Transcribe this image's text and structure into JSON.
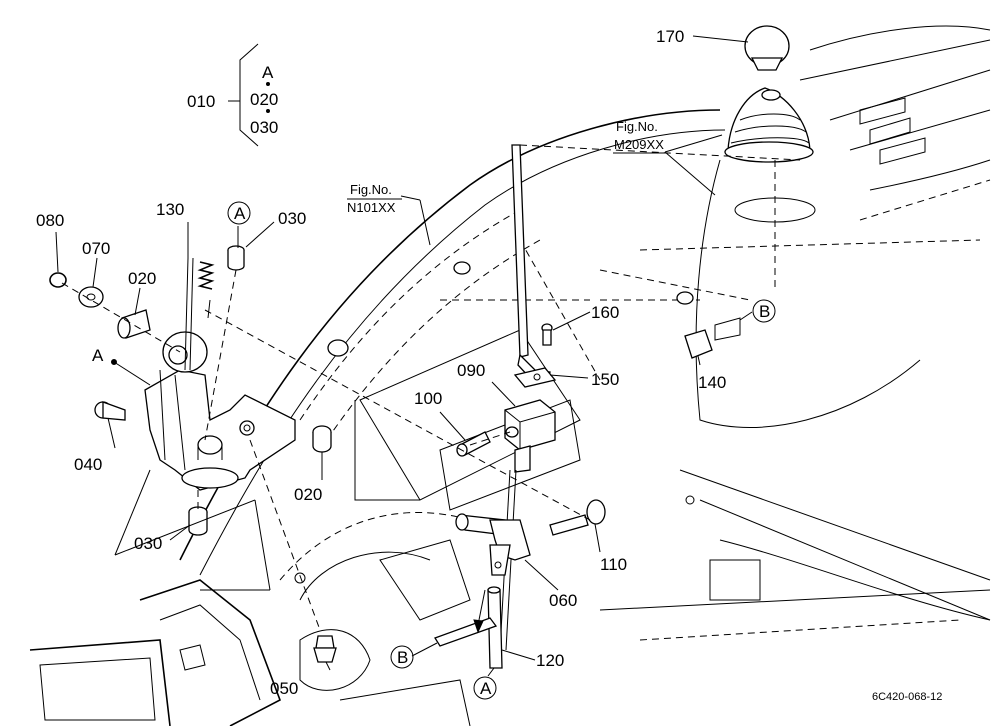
{
  "doc_code": "6C420-068-12",
  "group": {
    "label": "010",
    "items": [
      "A",
      "020",
      "030"
    ]
  },
  "fig_refs": [
    {
      "line1": "Fig.No.",
      "line2": "N101XX"
    },
    {
      "line1": "Fig.No.",
      "line2": "M209XX"
    }
  ],
  "callouts": {
    "p170": "170",
    "p130": "130",
    "p030a": "030",
    "p080": "080",
    "p070": "070",
    "p020a": "020",
    "p040": "040",
    "p030b": "030",
    "p020b": "020",
    "p050": "050",
    "p160": "160",
    "p150": "150",
    "p090": "090",
    "p100": "100",
    "p110": "110",
    "p060": "060",
    "p120": "120",
    "p140": "140"
  },
  "markers": {
    "a_point": "A",
    "circle_a_top": "A",
    "circle_a_bottom": "A",
    "circle_b_right": "B",
    "circle_b_left": "B"
  }
}
